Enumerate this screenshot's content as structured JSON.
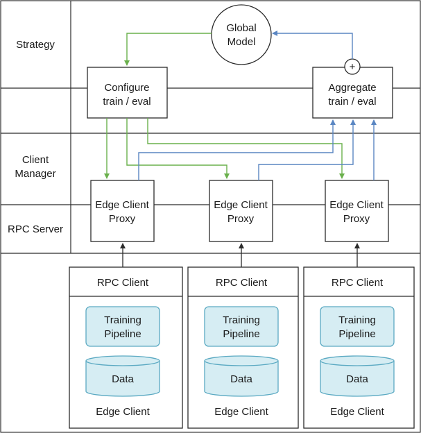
{
  "lanes": [
    "Strategy",
    "Client Manager",
    "RPC Server"
  ],
  "global_model": "Global Model",
  "configure": "Configure train / eval",
  "aggregate": "Aggregate train / eval",
  "plus_symbol": "+",
  "proxy_label": "Edge Client Proxy",
  "client": {
    "rpc_label": "RPC Client",
    "pipeline_label": "Training Pipeline",
    "data_label": "Data",
    "footer_label": "Edge Client"
  },
  "colors": {
    "green": "#6ab04c",
    "blue": "#5a86c2",
    "teal_fill": "#d6edf3",
    "teal_stroke": "#5aa9c2"
  }
}
